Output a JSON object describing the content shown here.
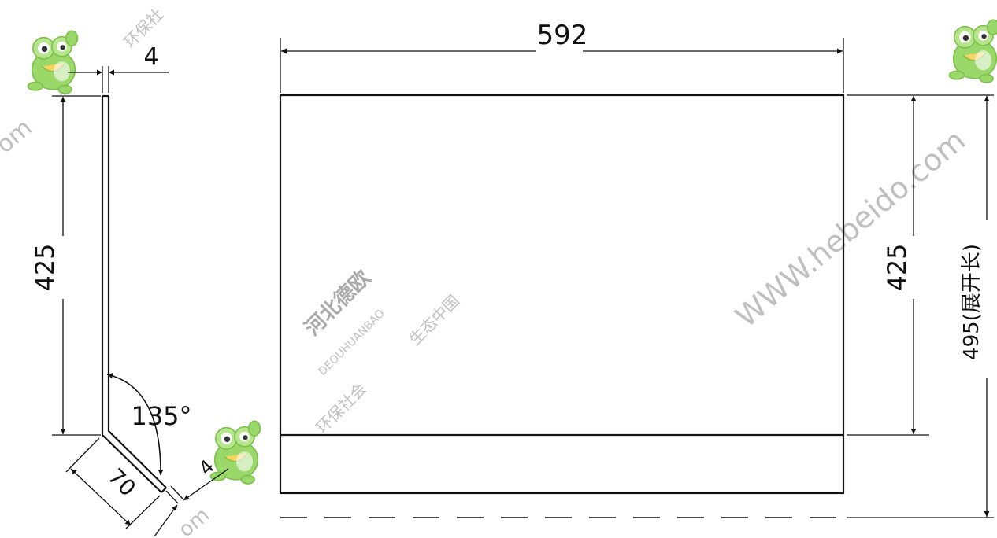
{
  "drawing": {
    "front_view": {
      "width_label": "592",
      "height_label": "425",
      "total_label": "495(展开长)"
    },
    "side_view": {
      "thickness_top_label": "4",
      "height_label": "425",
      "angle_label": "135°",
      "flange_label": "70",
      "thickness_bottom_label": "4"
    }
  },
  "watermarks": {
    "url": "WWW.hebeido.com",
    "url_fragment_left": "om",
    "url_fragment_bottom": "om",
    "company": "河北德欧",
    "pinyin": "DEOUHUANBAO",
    "slogan_1": "环保社会",
    "slogan_2": "生态中国",
    "top_fragment": "环保社"
  },
  "colors": {
    "line": "#111111",
    "watermark": "#bfbfbf",
    "frog_green": "#9ad86a"
  },
  "icons": [
    "frog-mascot-icon"
  ]
}
